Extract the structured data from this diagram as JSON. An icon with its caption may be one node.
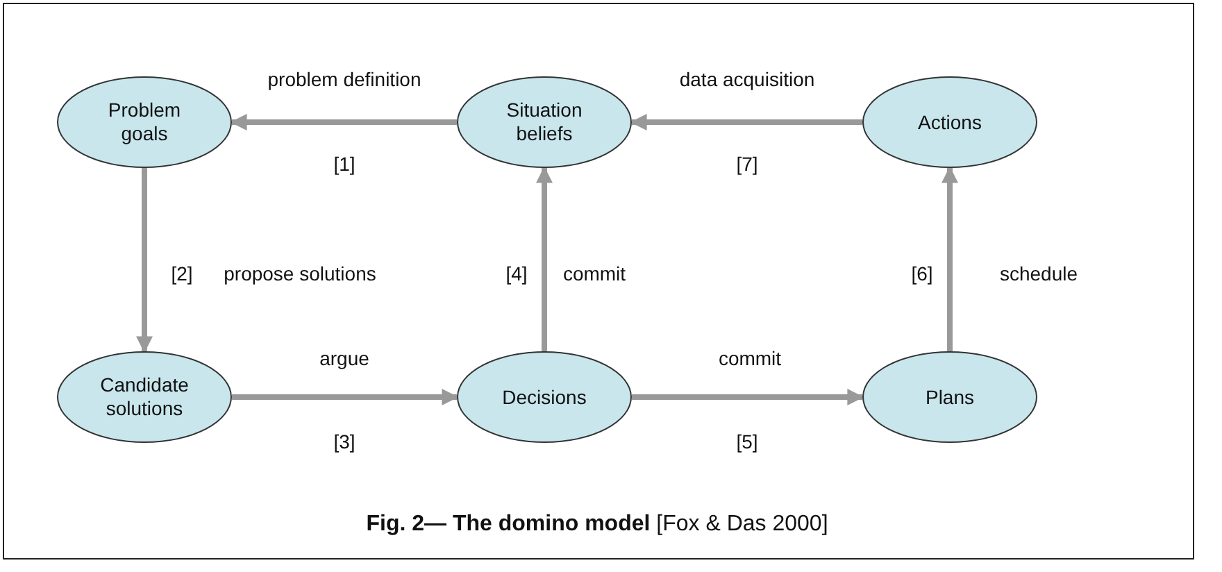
{
  "diagram": {
    "caption": "**Fig. 2— The domino model** [Fox & Das 2000]",
    "nodes": [
      {
        "text": [
          "Problem goals"
        ]
      },
      {
        "text": [
          "Situation beliefs"
        ]
      },
      {
        "text": [
          "Actions"
        ]
      },
      {
        "text": [
          "Candidate solutions"
        ]
      },
      {
        "text": [
          "Decisions"
        ]
      },
      {
        "text": [
          "Plans"
        ]
      }
    ],
    "edges": [
      {
        "from": 1,
        "to": 0,
        "arrow": "to",
        "label": "problem definition"
      },
      {
        "from": 0,
        "to": 3,
        "arrow": "to",
        "label": "propose solutions"
      },
      {
        "from": 3,
        "to": 4,
        "arrow": "to",
        "label": "argue"
      },
      {
        "from": 4,
        "to": 1,
        "arrow": "to",
        "label": "commit"
      },
      {
        "from": 4,
        "to": 5,
        "arrow": "to",
        "label": "commit"
      },
      {
        "from": 5,
        "to": 2,
        "arrow": "to",
        "label": "schedule"
      },
      {
        "from": 2,
        "to": 1,
        "arrow": "to",
        "label": "data acquisition"
      }
    ],
    "labels": [
      "[1]",
      "[7]",
      "[2]",
      "[4]",
      "[6]",
      "[3]",
      "[5]"
    ]
  }
}
